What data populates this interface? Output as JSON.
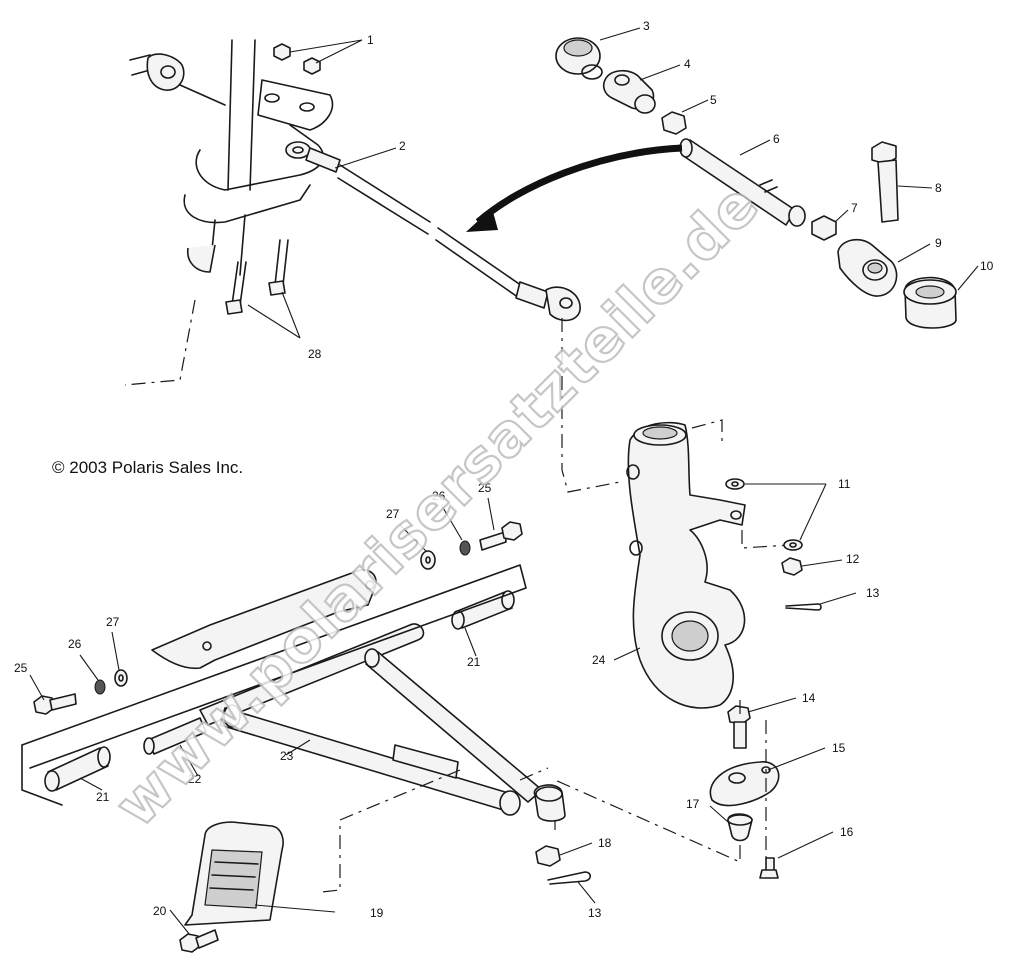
{
  "copyright": "© 2003 Polaris Sales Inc.",
  "watermark": "www.polarisersatzteile.de",
  "callouts": {
    "c1": "1",
    "c2": "2",
    "c3": "3",
    "c4": "4",
    "c5": "5",
    "c6": "6",
    "c7": "7",
    "c8": "8",
    "c9": "9",
    "c10": "10",
    "c11": "11",
    "c12": "12",
    "c13a": "13",
    "c13b": "13",
    "c14": "14",
    "c15": "15",
    "c16": "16",
    "c17": "17",
    "c18": "18",
    "c19": "19",
    "c20": "20",
    "c21a": "21",
    "c21b": "21",
    "c22": "22",
    "c23": "23",
    "c24": "24",
    "c25a": "25",
    "c25b": "25",
    "c26a": "26",
    "c26b": "26",
    "c27a": "27",
    "c27b": "27",
    "c28": "28"
  }
}
